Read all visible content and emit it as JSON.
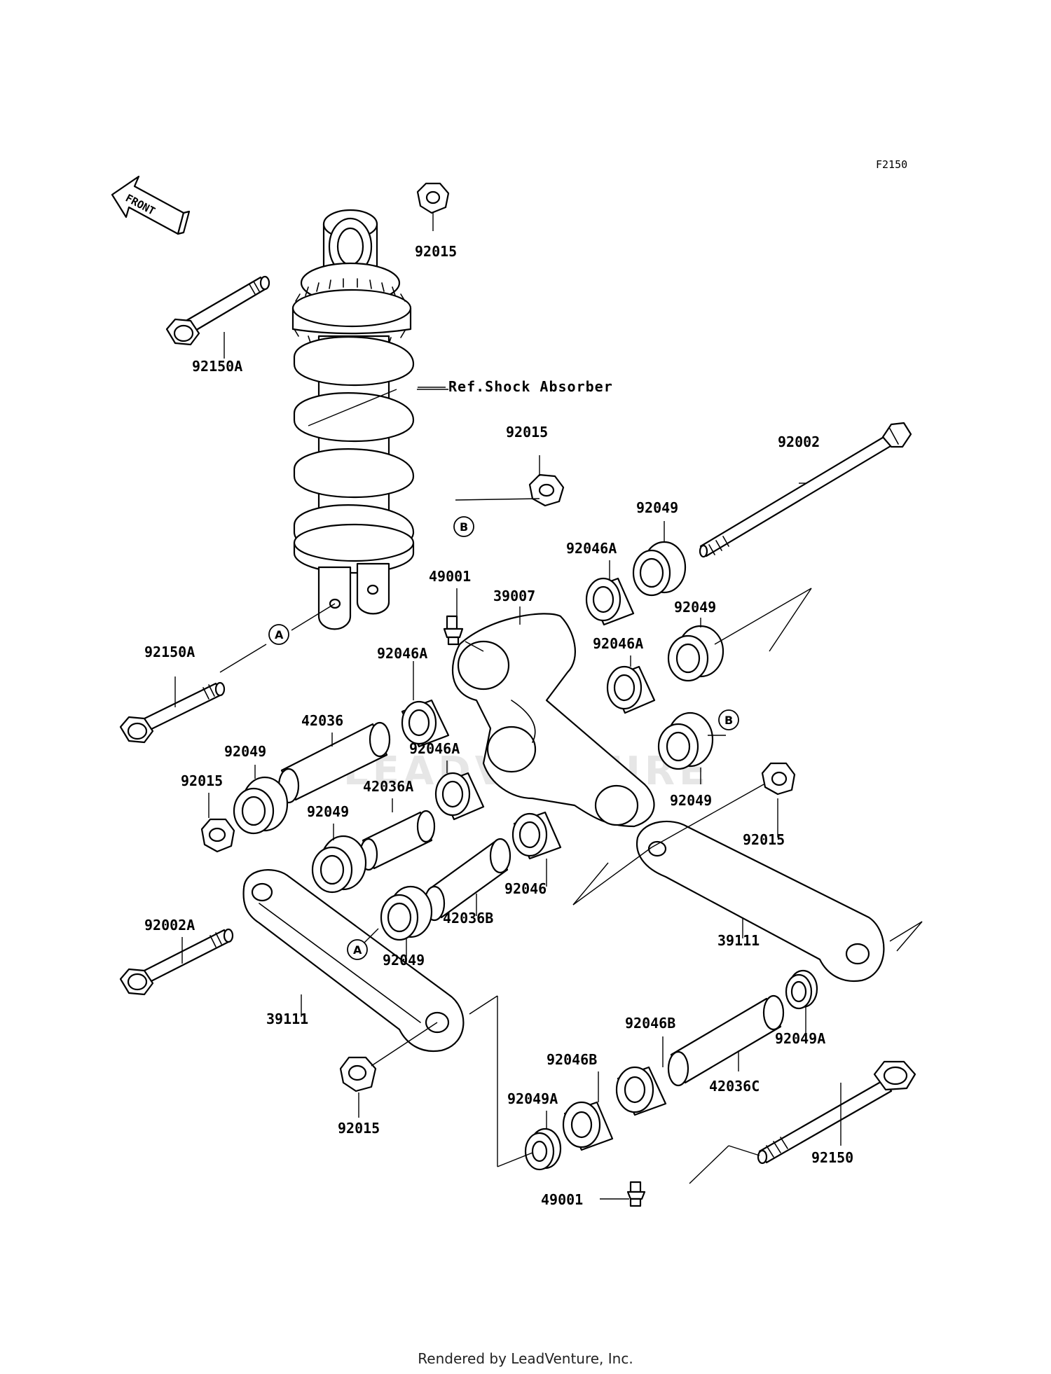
{
  "diagram": {
    "code": "F2150",
    "front_label": "FRONT",
    "watermark": "LEADVENTURE",
    "ref_label": "Ref.Shock Absorber",
    "circle_labels": {
      "a": "A",
      "b": "B"
    },
    "parts": {
      "p1": "92015",
      "p2": "92150A",
      "p3": "92015",
      "p4": "92002",
      "p5": "92049",
      "p6": "92046A",
      "p7": "49001",
      "p8": "39007",
      "p9": "92049",
      "p10": "92150A",
      "p11": "92046A",
      "p12": "92046A",
      "p13": "42036",
      "p14": "92049",
      "p15": "92046A",
      "p16": "92015",
      "p17": "42036A",
      "p18": "92049",
      "p19": "92049",
      "p20": "92015",
      "p21": "92046",
      "p22": "42036B",
      "p23": "92002A",
      "p24": "92049",
      "p25": "39111",
      "p26": "39111",
      "p27": "92046B",
      "p28": "92049A",
      "p29": "92046B",
      "p30": "42036C",
      "p31": "92049A",
      "p32": "92015",
      "p33": "92150",
      "p34": "49001"
    }
  },
  "footer": {
    "text": "Rendered by LeadVenture, Inc."
  }
}
